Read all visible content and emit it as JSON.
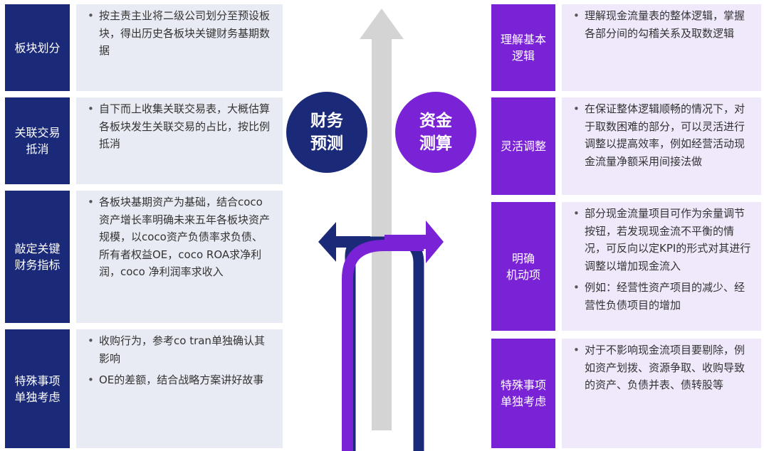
{
  "colors": {
    "navy": "#1b2a78",
    "purple": "#7a22d6",
    "left_box_bg": "#e8ebf3",
    "right_box_bg": "#f0e8fb",
    "grey_arrow": "#d4d4d4"
  },
  "center": {
    "left_circle": "财务\n预测",
    "right_circle": "资金\n测算"
  },
  "left_items": [
    {
      "label": "板块划分",
      "bullets": [
        "按主责主业将二级公司划分至预设板块，得出历史各板块关键财务基期数据"
      ]
    },
    {
      "label": "关联交易\n抵消",
      "bullets": [
        "自下而上收集关联交易表，大概估算各板块发生关联交易的占比，按比例抵消"
      ]
    },
    {
      "label": "敲定关键\n财务指标",
      "bullets": [
        "各板块基期资产为基础，结合coco资产增长率明确未来五年各板块资产规模，以coco资产负债率求负债、所有者权益OE，coco ROA求净利润，coco 净利润率求收入"
      ]
    },
    {
      "label": "特殊事项\n单独考虑",
      "bullets": [
        "收购行为，参考co tran单独确认其影响",
        "OE的差额，结合战略方案讲好故事"
      ]
    }
  ],
  "right_items": [
    {
      "label": "理解基本\n逻辑",
      "bullets": [
        "理解现金流量表的整体逻辑，掌握各部分间的勾稽关系及取数逻辑"
      ]
    },
    {
      "label": "灵活调整",
      "bullets": [
        "在保证整体逻辑顺畅的情况下，对于取数困难的部分，可以灵活进行调整以提高效率，例如经营活动现金流量净额采用间接法做"
      ]
    },
    {
      "label": "明确\n机动项",
      "bullets": [
        "部分现金流量项目可作为余量调节按钮，若发现现金流不平衡的情况，可反向以定KPI的形式对其进行调整以增加现金流入",
        "例如：经营性资产项目的减少、经营性负债项目的增加"
      ]
    },
    {
      "label": "特殊事项\n单独考虑",
      "bullets": [
        "对于不影响现金流项目要剔除，例如资产划拨、资源争取、收购导致的资产、负债并表、债转股等"
      ]
    }
  ]
}
